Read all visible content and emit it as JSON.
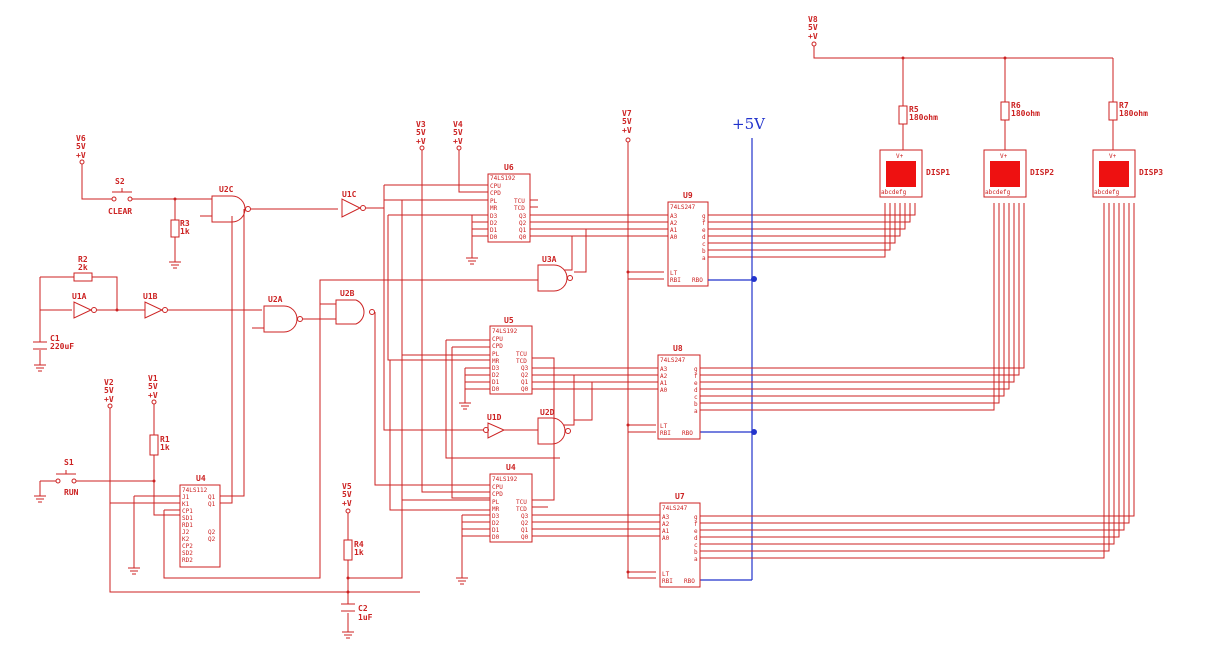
{
  "diagram": {
    "supply_label": "+5V",
    "sources": {
      "v1": {
        "name": "V1",
        "value": "5V",
        "sign": "+V"
      },
      "v2": {
        "name": "V2",
        "value": "5V",
        "sign": "+V"
      },
      "v3": {
        "name": "V3",
        "value": "5V",
        "sign": "+V"
      },
      "v4": {
        "name": "V4",
        "value": "5V",
        "sign": "+V"
      },
      "v5": {
        "name": "V5",
        "value": "5V",
        "sign": "+V"
      },
      "v6": {
        "name": "V6",
        "value": "5V",
        "sign": "+V"
      },
      "v7": {
        "name": "V7",
        "value": "5V",
        "sign": "+V"
      },
      "v8": {
        "name": "V8",
        "value": "5V",
        "sign": "+V"
      }
    },
    "switches": {
      "s1": {
        "name": "S1",
        "label": "RUN"
      },
      "s2": {
        "name": "S2",
        "label": "CLEAR"
      }
    },
    "resistors": {
      "r1": {
        "name": "R1",
        "value": "1k"
      },
      "r2": {
        "name": "R2",
        "value": "2k"
      },
      "r3": {
        "name": "R3",
        "value": "1k"
      },
      "r4": {
        "name": "R4",
        "value": "1k"
      },
      "r5": {
        "name": "R5",
        "value": "180ohm"
      },
      "r6": {
        "name": "R6",
        "value": "180ohm"
      },
      "r7": {
        "name": "R7",
        "value": "180ohm"
      }
    },
    "capacitors": {
      "c1": {
        "name": "C1",
        "value": "220uF"
      },
      "c2": {
        "name": "C2",
        "value": "1uF"
      }
    },
    "gates": {
      "u1a": "U1A",
      "u1b": "U1B",
      "u1c": "U1C",
      "u1d": "U1D",
      "u2a": "U2A",
      "u2b": "U2B",
      "u2c": "U2C",
      "u2d": "U2D",
      "u3a": "U3A"
    },
    "counter_u6": {
      "ref": "U6",
      "part": "74LS192",
      "pins_left": [
        "CPU",
        "CPD",
        "PL",
        "MR",
        "D3",
        "D2",
        "D1",
        "D0"
      ],
      "pins_right": [
        "TCU",
        "TCD",
        "Q3",
        "Q2",
        "Q1",
        "Q0"
      ]
    },
    "counter_u5": {
      "ref": "U5",
      "part": "74LS192",
      "pins_left": [
        "CPU",
        "CPD",
        "PL",
        "MR",
        "D3",
        "D2",
        "D1",
        "D0"
      ],
      "pins_right": [
        "TCU",
        "TCD",
        "Q3",
        "Q2",
        "Q1",
        "Q0"
      ]
    },
    "counter_u4": {
      "ref": "U4",
      "part": "74LS192",
      "pins_left": [
        "CPU",
        "CPD",
        "PL",
        "MR",
        "D3",
        "D2",
        "D1",
        "D0"
      ],
      "pins_right": [
        "TCU",
        "TCD",
        "Q3",
        "Q2",
        "Q1",
        "Q0"
      ]
    },
    "decoder_u9": {
      "ref": "U9",
      "part": "74LS247",
      "pins_left": [
        "A3",
        "A2",
        "A1",
        "A0"
      ],
      "pins_bottom": [
        "LT",
        "RBI"
      ],
      "pins_right": [
        "g",
        "f",
        "e",
        "d",
        "c",
        "b",
        "a"
      ],
      "rbo": "RBO"
    },
    "decoder_u8": {
      "ref": "U8",
      "part": "74LS247",
      "pins_left": [
        "A3",
        "A2",
        "A1",
        "A0"
      ],
      "pins_bottom": [
        "LT",
        "RBI"
      ],
      "pins_right": [
        "g",
        "f",
        "e",
        "d",
        "c",
        "b",
        "a"
      ],
      "rbo": "RBO"
    },
    "decoder_u7": {
      "ref": "U7",
      "part": "74LS247",
      "pins_left": [
        "A3",
        "A2",
        "A1",
        "A0"
      ],
      "pins_bottom": [
        "LT",
        "RBI"
      ],
      "pins_right": [
        "g",
        "f",
        "e",
        "d",
        "c",
        "b",
        "a"
      ],
      "rbo": "RBO"
    },
    "flipflop": {
      "ref": "U4",
      "part": "74LS112",
      "pins_left": [
        "J1",
        "K1",
        "CP1",
        "SD1",
        "RD1",
        "J2",
        "K2",
        "CP2",
        "SD2",
        "RD2"
      ],
      "pins_right": [
        "Q1",
        "Q1",
        "Q2",
        "Q2"
      ]
    },
    "displays": {
      "d1": {
        "name": "DISP1",
        "vplus": "V+",
        "segs": "abcdefg"
      },
      "d2": {
        "name": "DISP2",
        "vplus": "V+",
        "segs": "abcdefg"
      },
      "d3": {
        "name": "DISP3",
        "vplus": "V+",
        "segs": "abcdefg"
      }
    }
  }
}
